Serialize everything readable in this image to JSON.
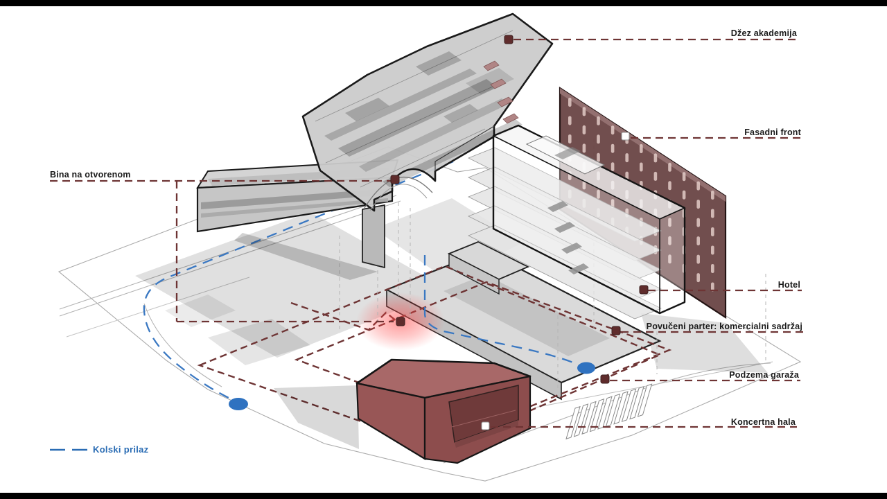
{
  "frame": {
    "letterbox_color": "#000000",
    "background": "#ffffff"
  },
  "diagram": {
    "callouts": {
      "jazz_academy": "Džez akademija",
      "facade_front": "Fasadni front",
      "open_air_stage": "Bina na otvorenom",
      "hotel": "Hotel",
      "recessed_ground_floor": "Povučeni parter: komercialni sadržaj",
      "underground_garage": "Podzema garaža",
      "concert_hall": "Koncertna hala"
    },
    "legend": {
      "vehicle_access": "Kolski prilaz"
    }
  },
  "colors": {
    "callout_line": "#6e3434",
    "callout_marker": "#5f2c2c",
    "callout_text": "#1a1a1a",
    "legend_blue": "#2a6cb4",
    "access_path_blue": "#3a78c2",
    "access_dot_blue": "#2f72c0",
    "facade_panel": "#6b4747",
    "facade_slot": "#e2cbc7",
    "hall_roof": "#a86868",
    "hall_left": "#985656",
    "hall_right": "#8d4d4d",
    "hall_recess": "#6f3a3a",
    "building_gray": "#cbcbcb",
    "outline_black": "#1a1a1a",
    "glow_red": "#ff4646"
  }
}
